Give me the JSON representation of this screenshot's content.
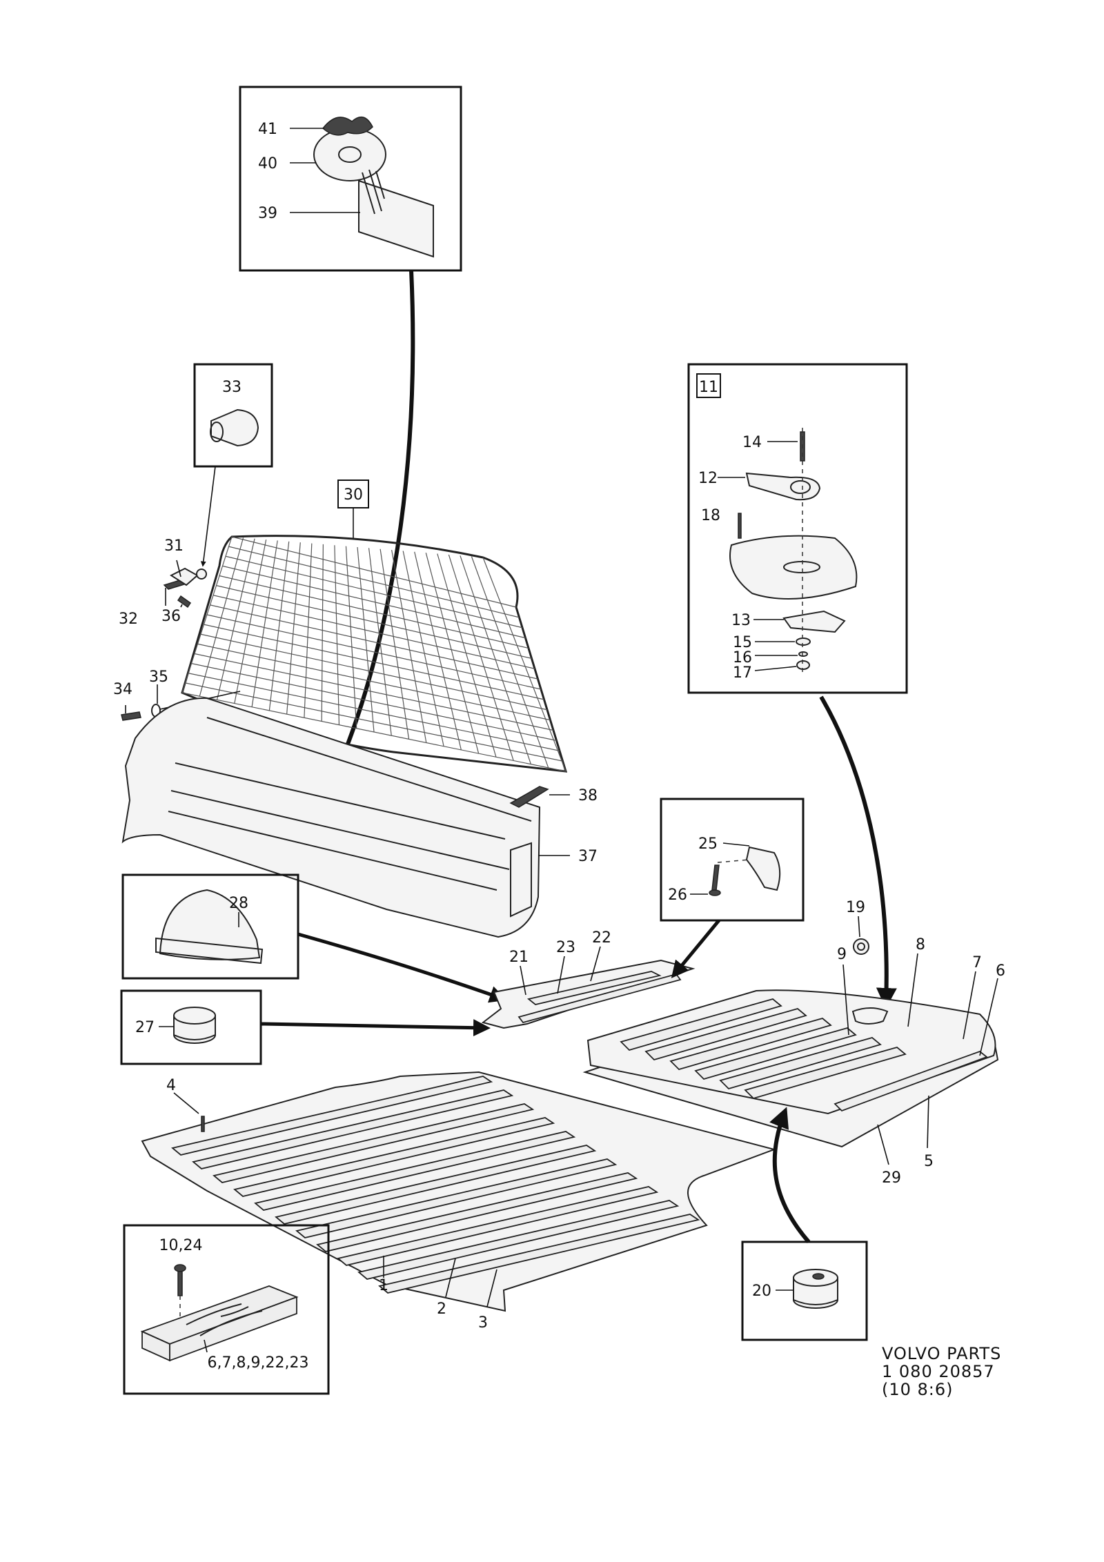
{
  "labels": {
    "l1": "1",
    "l2": "2",
    "l3": "3",
    "l4": "4",
    "l5": "5",
    "l6": "6",
    "l7": "7",
    "l8": "8",
    "l9": "9",
    "l10_24": "10,24",
    "l11": "11",
    "l12": "12",
    "l13": "13",
    "l14": "14",
    "l15": "15",
    "l16": "16",
    "l17": "17",
    "l18": "18",
    "l19": "19",
    "l20": "20",
    "l21": "21",
    "l22": "22",
    "l23": "23",
    "l25": "25",
    "l26": "26",
    "l27": "27",
    "l28": "28",
    "l29": "29",
    "l30": "30",
    "l31": "31",
    "l32": "32",
    "l33": "33",
    "l34": "34",
    "l35": "35",
    "l36": "36",
    "l37": "37",
    "l38": "38",
    "l39": "39",
    "l40": "40",
    "l41": "41",
    "l_plank_parts": "6,7,8,9,22,23"
  },
  "footer": {
    "line1": "VOLVO  PARTS",
    "line2": "1  080   20857",
    "line3": "(10 8:6)"
  }
}
